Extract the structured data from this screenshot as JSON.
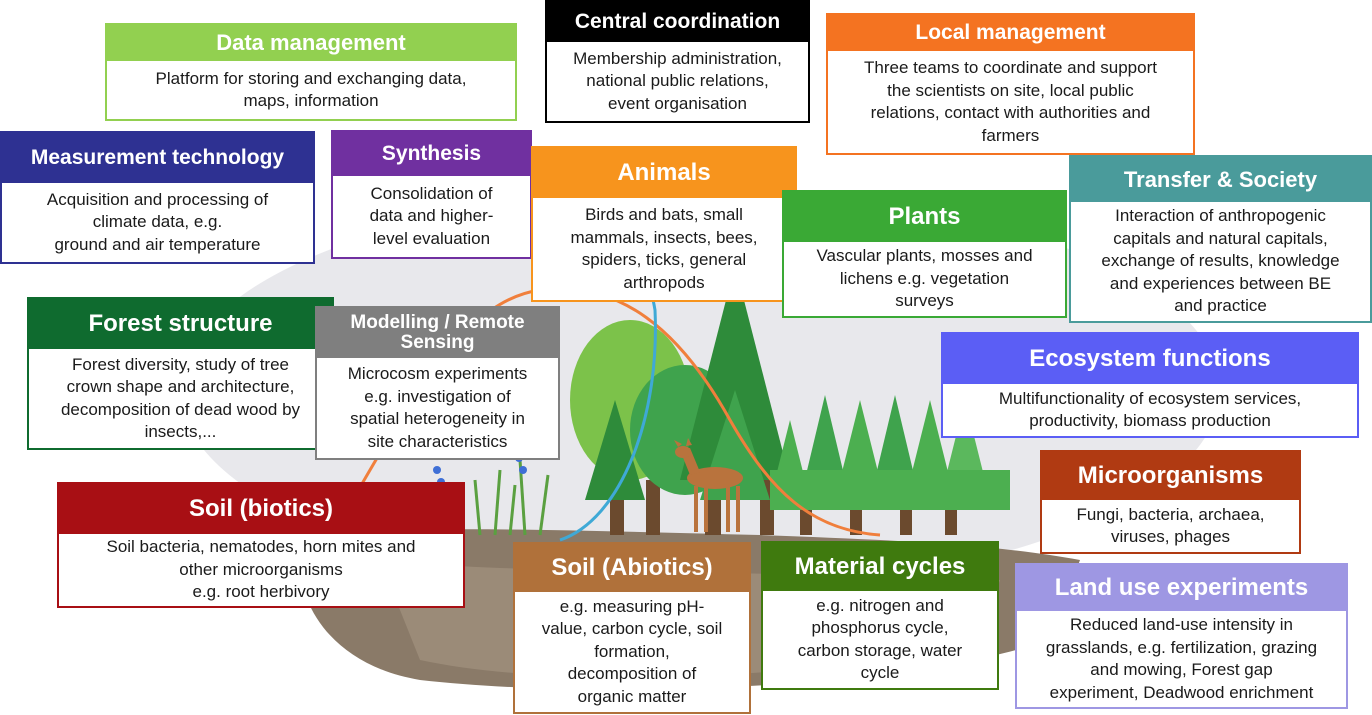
{
  "boxes": {
    "data_management": {
      "title": "Data management",
      "body": "Platform for storing and exchanging data,\nmaps, information",
      "color": "#92d050"
    },
    "central_coordination": {
      "title": "Central coordination",
      "body": "Membership administration,\nnational public relations,\nevent organisation",
      "color": "#000000"
    },
    "local_management": {
      "title": "Local management",
      "body": "Three teams to coordinate and support\nthe scientists on site, local public\nrelations, contact with authorities and\nfarmers",
      "color": "#f47321"
    },
    "measurement_technology": {
      "title": "Measurement technology",
      "body": "Acquisition and processing of\nclimate data, e.g.\nground and air temperature",
      "color": "#2e3192"
    },
    "synthesis": {
      "title": "Synthesis",
      "body": "Consolidation of\ndata and higher-\nlevel evaluation",
      "color": "#7030a0"
    },
    "animals": {
      "title": "Animals",
      "body": "Birds and bats, small\nmammals, insects, bees,\nspiders, ticks, general\narthropods",
      "color": "#f7941d"
    },
    "plants": {
      "title": "Plants",
      "body": "Vascular plants, mosses and\nlichens e.g. vegetation\nsurveys",
      "color": "#3aa935"
    },
    "transfer_society": {
      "title": "Transfer & Society",
      "body": "Interaction of anthropogenic\ncapitals and natural capitals,\nexchange of results, knowledge\nand experiences between BE\nand practice",
      "color": "#4a9b9b"
    },
    "forest_structure": {
      "title": "Forest structure",
      "body": "Forest diversity, study of tree\ncrown shape and architecture,\ndecomposition of dead wood by\ninsects,...",
      "color": "#0f6b2f"
    },
    "modelling": {
      "title": "Modelling / Remote\nSensing",
      "body": "Microcosm experiments\ne.g. investigation of\nspatial heterogeneity in\nsite characteristics",
      "color": "#7f7f7f"
    },
    "ecosystem_functions": {
      "title": "Ecosystem functions",
      "body": "Multifunctionality of ecosystem services,\nproductivity, biomass production",
      "color": "#5b5ef5"
    },
    "microorganisms": {
      "title": "Microorganisms",
      "body": "Fungi, bacteria, archaea,\nviruses, phages",
      "color": "#b03a12"
    },
    "soil_biotics": {
      "title": "Soil (biotics)",
      "body": "Soil bacteria, nematodes, horn mites and\nother microorganisms\ne.g. root herbivory",
      "color": "#a80f14"
    },
    "soil_abiotics": {
      "title": "Soil (Abiotics)",
      "body": "e.g. measuring pH-\nvalue, carbon cycle, soil\nformation,\ndecomposition of\norganic matter",
      "color": "#b0713a"
    },
    "material_cycles": {
      "title": "Material cycles",
      "body": "e.g. nitrogen and\nphosphorus cycle,\ncarbon storage, water\ncycle",
      "color": "#3f7a0e"
    },
    "land_use": {
      "title": "Land use experiments",
      "body": "Reduced land-use intensity in\ngrasslands, e.g. fertilization, grazing\nand mowing, Forest gap\nexperiment, Deadwood enrichment",
      "color": "#9e97e3"
    }
  },
  "illustration": {
    "ground_color": "#e6e6ea",
    "soil_color": "#7a6b5a",
    "tree_light": "#7cc24a",
    "tree_mid": "#4caf50",
    "tree_dark": "#2e8b3a",
    "trunk_color": "#6b4a2e",
    "deer_color": "#b9733d",
    "curve_orange": "#f07f3c",
    "curve_blue": "#3fa9d6"
  }
}
